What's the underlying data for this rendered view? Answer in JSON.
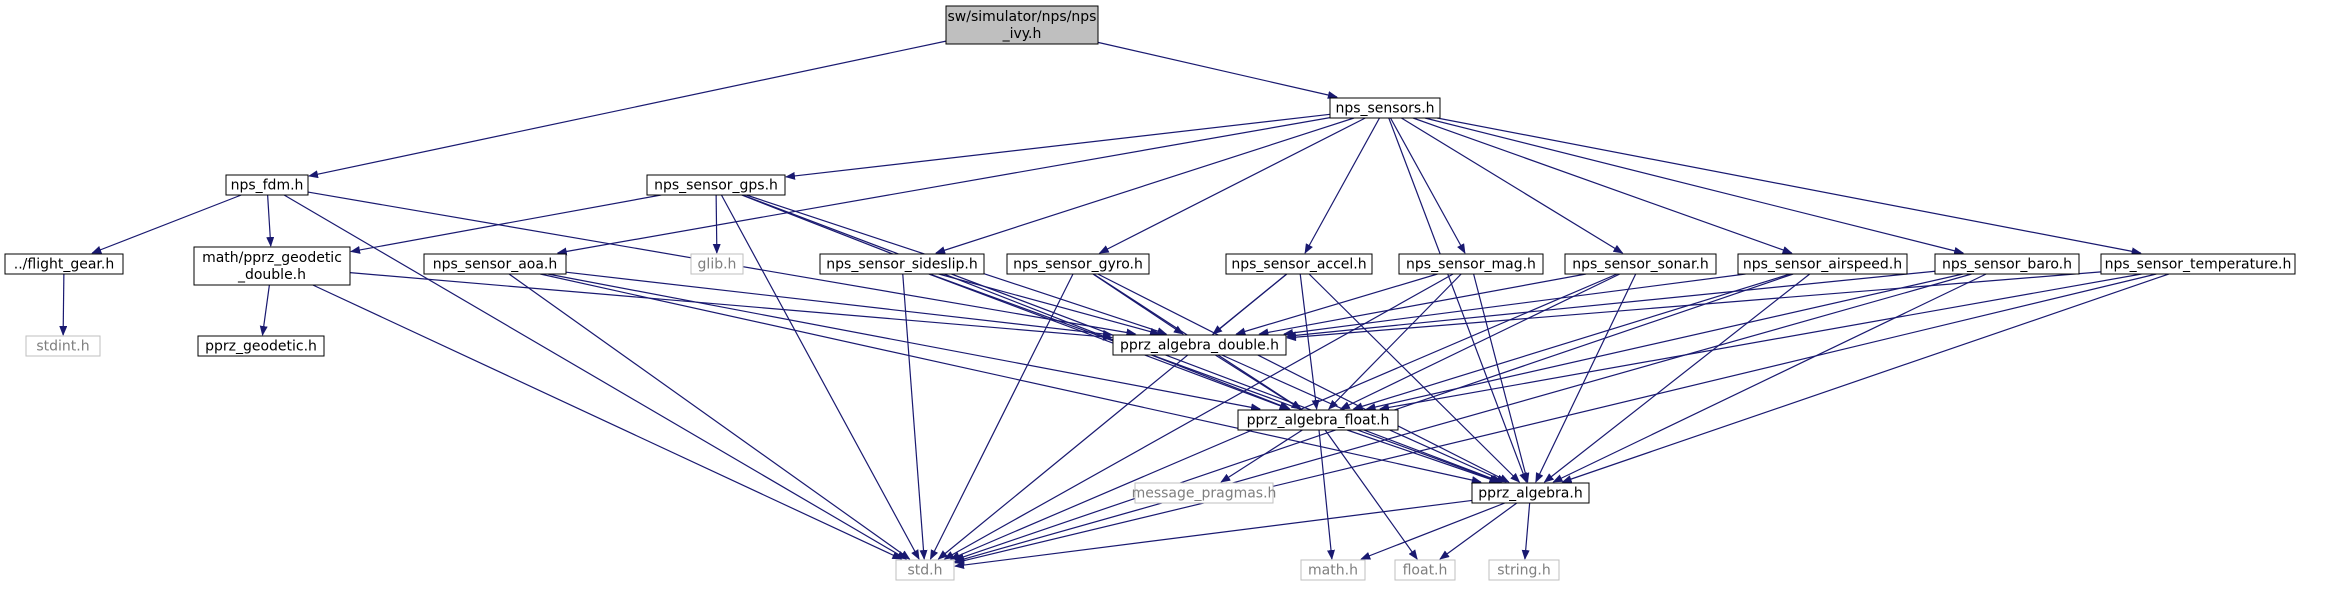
{
  "colors": {
    "edge": "#191970",
    "root_fill": "#bfbfbf",
    "node_border": "#000000",
    "external_border": "#bfbfbf",
    "external_text": "#7f7f7f",
    "text": "#000000"
  },
  "nodes": [
    {
      "id": "root",
      "lines": [
        "sw/simulator/nps/nps",
        "_ivy.h"
      ],
      "style": "root"
    },
    {
      "id": "nps_sensors",
      "lines": [
        "nps_sensors.h"
      ],
      "style": "normal"
    },
    {
      "id": "nps_fdm",
      "lines": [
        "nps_fdm.h"
      ],
      "style": "normal"
    },
    {
      "id": "nps_sensor_gps",
      "lines": [
        "nps_sensor_gps.h"
      ],
      "style": "normal"
    },
    {
      "id": "flight_gear",
      "lines": [
        "../flight_gear.h"
      ],
      "style": "normal"
    },
    {
      "id": "pprz_geodetic_double",
      "lines": [
        "math/pprz_geodetic",
        "_double.h"
      ],
      "style": "normal"
    },
    {
      "id": "stdint",
      "lines": [
        "stdint.h"
      ],
      "style": "external"
    },
    {
      "id": "pprz_geodetic",
      "lines": [
        "pprz_geodetic.h"
      ],
      "style": "normal"
    },
    {
      "id": "nps_sensor_aoa",
      "lines": [
        "nps_sensor_aoa.h"
      ],
      "style": "normal"
    },
    {
      "id": "glib",
      "lines": [
        "glib.h"
      ],
      "style": "external"
    },
    {
      "id": "nps_sensor_sideslip",
      "lines": [
        "nps_sensor_sideslip.h"
      ],
      "style": "normal"
    },
    {
      "id": "nps_sensor_gyro",
      "lines": [
        "nps_sensor_gyro.h"
      ],
      "style": "normal"
    },
    {
      "id": "nps_sensor_accel",
      "lines": [
        "nps_sensor_accel.h"
      ],
      "style": "normal"
    },
    {
      "id": "nps_sensor_mag",
      "lines": [
        "nps_sensor_mag.h"
      ],
      "style": "normal"
    },
    {
      "id": "nps_sensor_sonar",
      "lines": [
        "nps_sensor_sonar.h"
      ],
      "style": "normal"
    },
    {
      "id": "nps_sensor_airspeed",
      "lines": [
        "nps_sensor_airspeed.h"
      ],
      "style": "normal"
    },
    {
      "id": "nps_sensor_baro",
      "lines": [
        "nps_sensor_baro.h"
      ],
      "style": "normal"
    },
    {
      "id": "nps_sensor_temperature",
      "lines": [
        "nps_sensor_temperature.h"
      ],
      "style": "normal"
    },
    {
      "id": "pprz_algebra_double",
      "lines": [
        "pprz_algebra_double.h"
      ],
      "style": "normal"
    },
    {
      "id": "pprz_algebra_float",
      "lines": [
        "pprz_algebra_float.h"
      ],
      "style": "normal"
    },
    {
      "id": "message_pragmas",
      "lines": [
        "message_pragmas.h"
      ],
      "style": "external"
    },
    {
      "id": "pprz_algebra",
      "lines": [
        "pprz_algebra.h"
      ],
      "style": "normal"
    },
    {
      "id": "std",
      "lines": [
        "std.h"
      ],
      "style": "external"
    },
    {
      "id": "math",
      "lines": [
        "math.h"
      ],
      "style": "external"
    },
    {
      "id": "float",
      "lines": [
        "float.h"
      ],
      "style": "external"
    },
    {
      "id": "string",
      "lines": [
        "string.h"
      ],
      "style": "external"
    }
  ],
  "edges": [
    [
      "root",
      "nps_fdm"
    ],
    [
      "root",
      "nps_sensors"
    ],
    [
      "nps_fdm",
      "flight_gear"
    ],
    [
      "nps_fdm",
      "pprz_geodetic_double"
    ],
    [
      "nps_fdm",
      "pprz_algebra_double"
    ],
    [
      "nps_fdm",
      "std"
    ],
    [
      "flight_gear",
      "stdint"
    ],
    [
      "pprz_geodetic_double",
      "pprz_geodetic"
    ],
    [
      "pprz_geodetic_double",
      "pprz_algebra_double"
    ],
    [
      "pprz_geodetic_double",
      "std"
    ],
    [
      "nps_sensors",
      "nps_sensor_gps"
    ],
    [
      "nps_sensors",
      "nps_sensor_aoa"
    ],
    [
      "nps_sensors",
      "nps_sensor_sideslip"
    ],
    [
      "nps_sensors",
      "nps_sensor_gyro"
    ],
    [
      "nps_sensors",
      "nps_sensor_accel"
    ],
    [
      "nps_sensors",
      "nps_sensor_mag"
    ],
    [
      "nps_sensors",
      "nps_sensor_sonar"
    ],
    [
      "nps_sensors",
      "nps_sensor_airspeed"
    ],
    [
      "nps_sensors",
      "nps_sensor_baro"
    ],
    [
      "nps_sensors",
      "nps_sensor_temperature"
    ],
    [
      "nps_sensors",
      "pprz_algebra"
    ],
    [
      "nps_sensor_gps",
      "pprz_geodetic_double"
    ],
    [
      "nps_sensor_gps",
      "glib"
    ],
    [
      "nps_sensor_gps",
      "pprz_algebra_double"
    ],
    [
      "nps_sensor_gps",
      "pprz_algebra_float"
    ],
    [
      "nps_sensor_gps",
      "pprz_algebra"
    ],
    [
      "nps_sensor_gps",
      "std"
    ],
    [
      "nps_sensor_aoa",
      "pprz_algebra_double"
    ],
    [
      "nps_sensor_aoa",
      "pprz_algebra_float"
    ],
    [
      "nps_sensor_aoa",
      "pprz_algebra"
    ],
    [
      "nps_sensor_aoa",
      "std"
    ],
    [
      "nps_sensor_sideslip",
      "pprz_algebra_double"
    ],
    [
      "nps_sensor_sideslip",
      "pprz_algebra_float"
    ],
    [
      "nps_sensor_sideslip",
      "pprz_algebra"
    ],
    [
      "nps_sensor_sideslip",
      "std"
    ],
    [
      "nps_sensor_gyro",
      "pprz_algebra_double"
    ],
    [
      "nps_sensor_gyro",
      "pprz_algebra_float"
    ],
    [
      "nps_sensor_gyro",
      "pprz_algebra"
    ],
    [
      "nps_sensor_gyro",
      "std"
    ],
    [
      "nps_sensor_accel",
      "pprz_algebra_double"
    ],
    [
      "nps_sensor_accel",
      "pprz_algebra_float"
    ],
    [
      "nps_sensor_accel",
      "pprz_algebra"
    ],
    [
      "nps_sensor_accel",
      "std"
    ],
    [
      "nps_sensor_mag",
      "pprz_algebra_double"
    ],
    [
      "nps_sensor_mag",
      "pprz_algebra_float"
    ],
    [
      "nps_sensor_mag",
      "pprz_algebra"
    ],
    [
      "nps_sensor_mag",
      "std"
    ],
    [
      "nps_sensor_sonar",
      "pprz_algebra_double"
    ],
    [
      "nps_sensor_sonar",
      "pprz_algebra_float"
    ],
    [
      "nps_sensor_sonar",
      "pprz_algebra"
    ],
    [
      "nps_sensor_sonar",
      "std"
    ],
    [
      "nps_sensor_airspeed",
      "pprz_algebra_double"
    ],
    [
      "nps_sensor_airspeed",
      "pprz_algebra_float"
    ],
    [
      "nps_sensor_airspeed",
      "pprz_algebra"
    ],
    [
      "nps_sensor_airspeed",
      "std"
    ],
    [
      "nps_sensor_baro",
      "pprz_algebra_double"
    ],
    [
      "nps_sensor_baro",
      "pprz_algebra_float"
    ],
    [
      "nps_sensor_baro",
      "pprz_algebra"
    ],
    [
      "nps_sensor_baro",
      "std"
    ],
    [
      "nps_sensor_temperature",
      "pprz_algebra_double"
    ],
    [
      "nps_sensor_temperature",
      "pprz_algebra_float"
    ],
    [
      "nps_sensor_temperature",
      "pprz_algebra"
    ],
    [
      "nps_sensor_temperature",
      "std"
    ],
    [
      "pprz_algebra_double",
      "pprz_algebra_float"
    ],
    [
      "pprz_algebra_double",
      "pprz_algebra"
    ],
    [
      "pprz_algebra_float",
      "message_pragmas"
    ],
    [
      "pprz_algebra_float",
      "pprz_algebra"
    ],
    [
      "pprz_algebra_float",
      "math"
    ],
    [
      "pprz_algebra_float",
      "float"
    ],
    [
      "pprz_algebra",
      "std"
    ],
    [
      "pprz_algebra",
      "math"
    ],
    [
      "pprz_algebra",
      "float"
    ],
    [
      "pprz_algebra",
      "string"
    ]
  ]
}
